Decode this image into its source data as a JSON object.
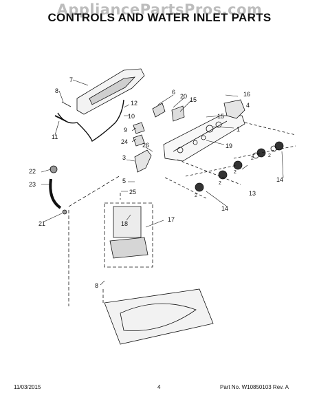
{
  "watermark": "AppliancePartsPros.com",
  "title": "CONTROLS AND WATER INLET PARTS",
  "callouts": {
    "n1": "1",
    "n2": "2",
    "n3": "3",
    "n4": "4",
    "n5": "5",
    "n6": "6",
    "n7": "7",
    "n8": "8",
    "n9": "9",
    "n10": "10",
    "n11": "11",
    "n12": "12",
    "n13": "13",
    "n14": "14",
    "n15": "15",
    "n16": "16",
    "n17": "17",
    "n18": "18",
    "n19": "19",
    "n20": "20",
    "n21": "21",
    "n22": "22",
    "n23": "23",
    "n24": "24",
    "n25": "25",
    "n26": "26"
  },
  "footer": {
    "date": "11/03/2015",
    "page": "4",
    "part_no": "Part No. W10850103  Rev. A"
  }
}
